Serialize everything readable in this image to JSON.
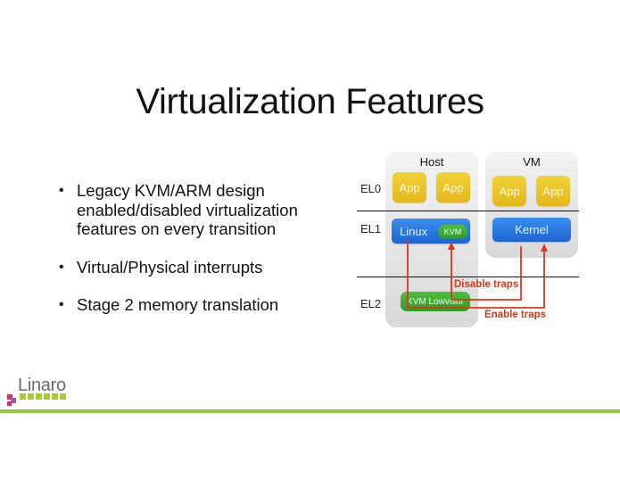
{
  "slide": {
    "title": "Virtualization Features",
    "bullets": [
      {
        "marker": "•",
        "text": "Legacy KVM/ARM design enabled/disabled virtualization features on every transition"
      },
      {
        "marker": "•",
        "text": "Virtual/Physical interrupts"
      },
      {
        "marker": "•",
        "text": "Stage 2 memory translation"
      }
    ]
  },
  "diagram": {
    "levels": [
      "EL0",
      "EL1",
      "EL2"
    ],
    "host": {
      "title": "Host",
      "apps": [
        "App",
        "App"
      ],
      "kernel": "Linux",
      "module": "KVM",
      "hypervisor": "KVM Lowvisor"
    },
    "vm": {
      "title": "VM",
      "apps": [
        "App",
        "App"
      ],
      "kernel": "Kernel"
    },
    "arrows": {
      "disable": "Disable traps",
      "enable": "Enable traps"
    },
    "colors": {
      "app": "#e8c11f",
      "kernel": "#2a7be4",
      "hypervisor": "#38a82e",
      "arrow": "#e0341a",
      "panel": "#e4e4e4"
    }
  },
  "footer": {
    "logo_text": "Linaro",
    "accent_color": "#93c841"
  }
}
